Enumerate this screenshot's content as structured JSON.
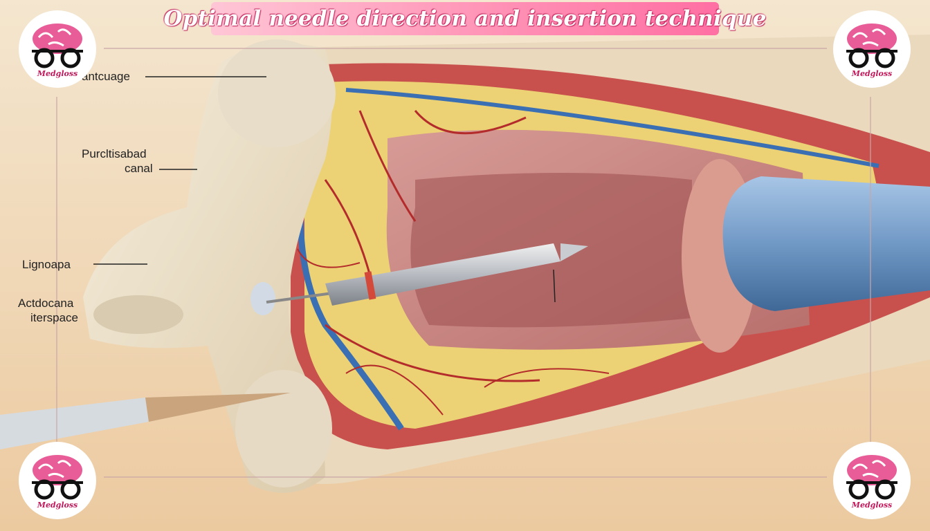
{
  "title": "Optimal needle direction and insertion technique",
  "labels": {
    "l1": "antcuage",
    "l2a": "Purcltisabad",
    "l2b": "canal",
    "l3": "Lignoapa",
    "l4a": "Actdocana",
    "l4b": "iterspace"
  },
  "brand": "Medgloss",
  "colors": {
    "banner": "#ff8fb4",
    "brand": "#c2185b"
  }
}
